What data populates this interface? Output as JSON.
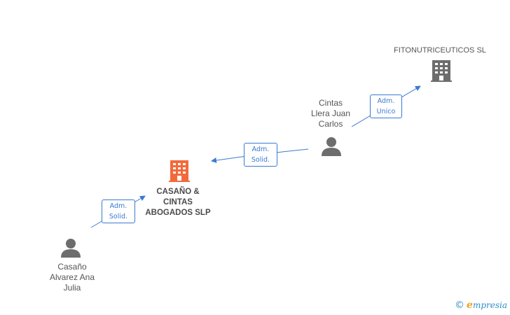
{
  "nodes": [
    {
      "id": "fitonutriceuticos",
      "type": "company",
      "color": "#6d6d6d",
      "lines": [
        "FITONUTRICEUTICOS SL"
      ]
    },
    {
      "id": "casano-cintas",
      "type": "company",
      "color": "#f26a3b",
      "lines": [
        "CASAÑO &",
        "CINTAS",
        "ABOGADOS SLP"
      ]
    },
    {
      "id": "cintas-llera",
      "type": "person",
      "color": "#6d6d6d",
      "lines": [
        "Cintas",
        "Llera Juan",
        "Carlos"
      ]
    },
    {
      "id": "casano-alvarez",
      "type": "person",
      "color": "#6d6d6d",
      "lines": [
        "Casaño",
        "Alvarez Ana",
        "Julia"
      ]
    }
  ],
  "edges": [
    {
      "from": "cintas-llera",
      "to": "fitonutriceuticos",
      "lines": [
        "Adm.",
        "Unico"
      ]
    },
    {
      "from": "cintas-llera",
      "to": "casano-cintas",
      "lines": [
        "Adm.",
        "Solid."
      ]
    },
    {
      "from": "casano-alvarez",
      "to": "casano-cintas",
      "lines": [
        "Adm.",
        "Solid."
      ]
    }
  ],
  "colors": {
    "edge": "#3a7ad0",
    "accent": "#f26a3b",
    "icon": "#6d6d6d"
  },
  "footer": {
    "copyright": "©",
    "brand_initial": "e",
    "brand_rest": "mpresia"
  }
}
